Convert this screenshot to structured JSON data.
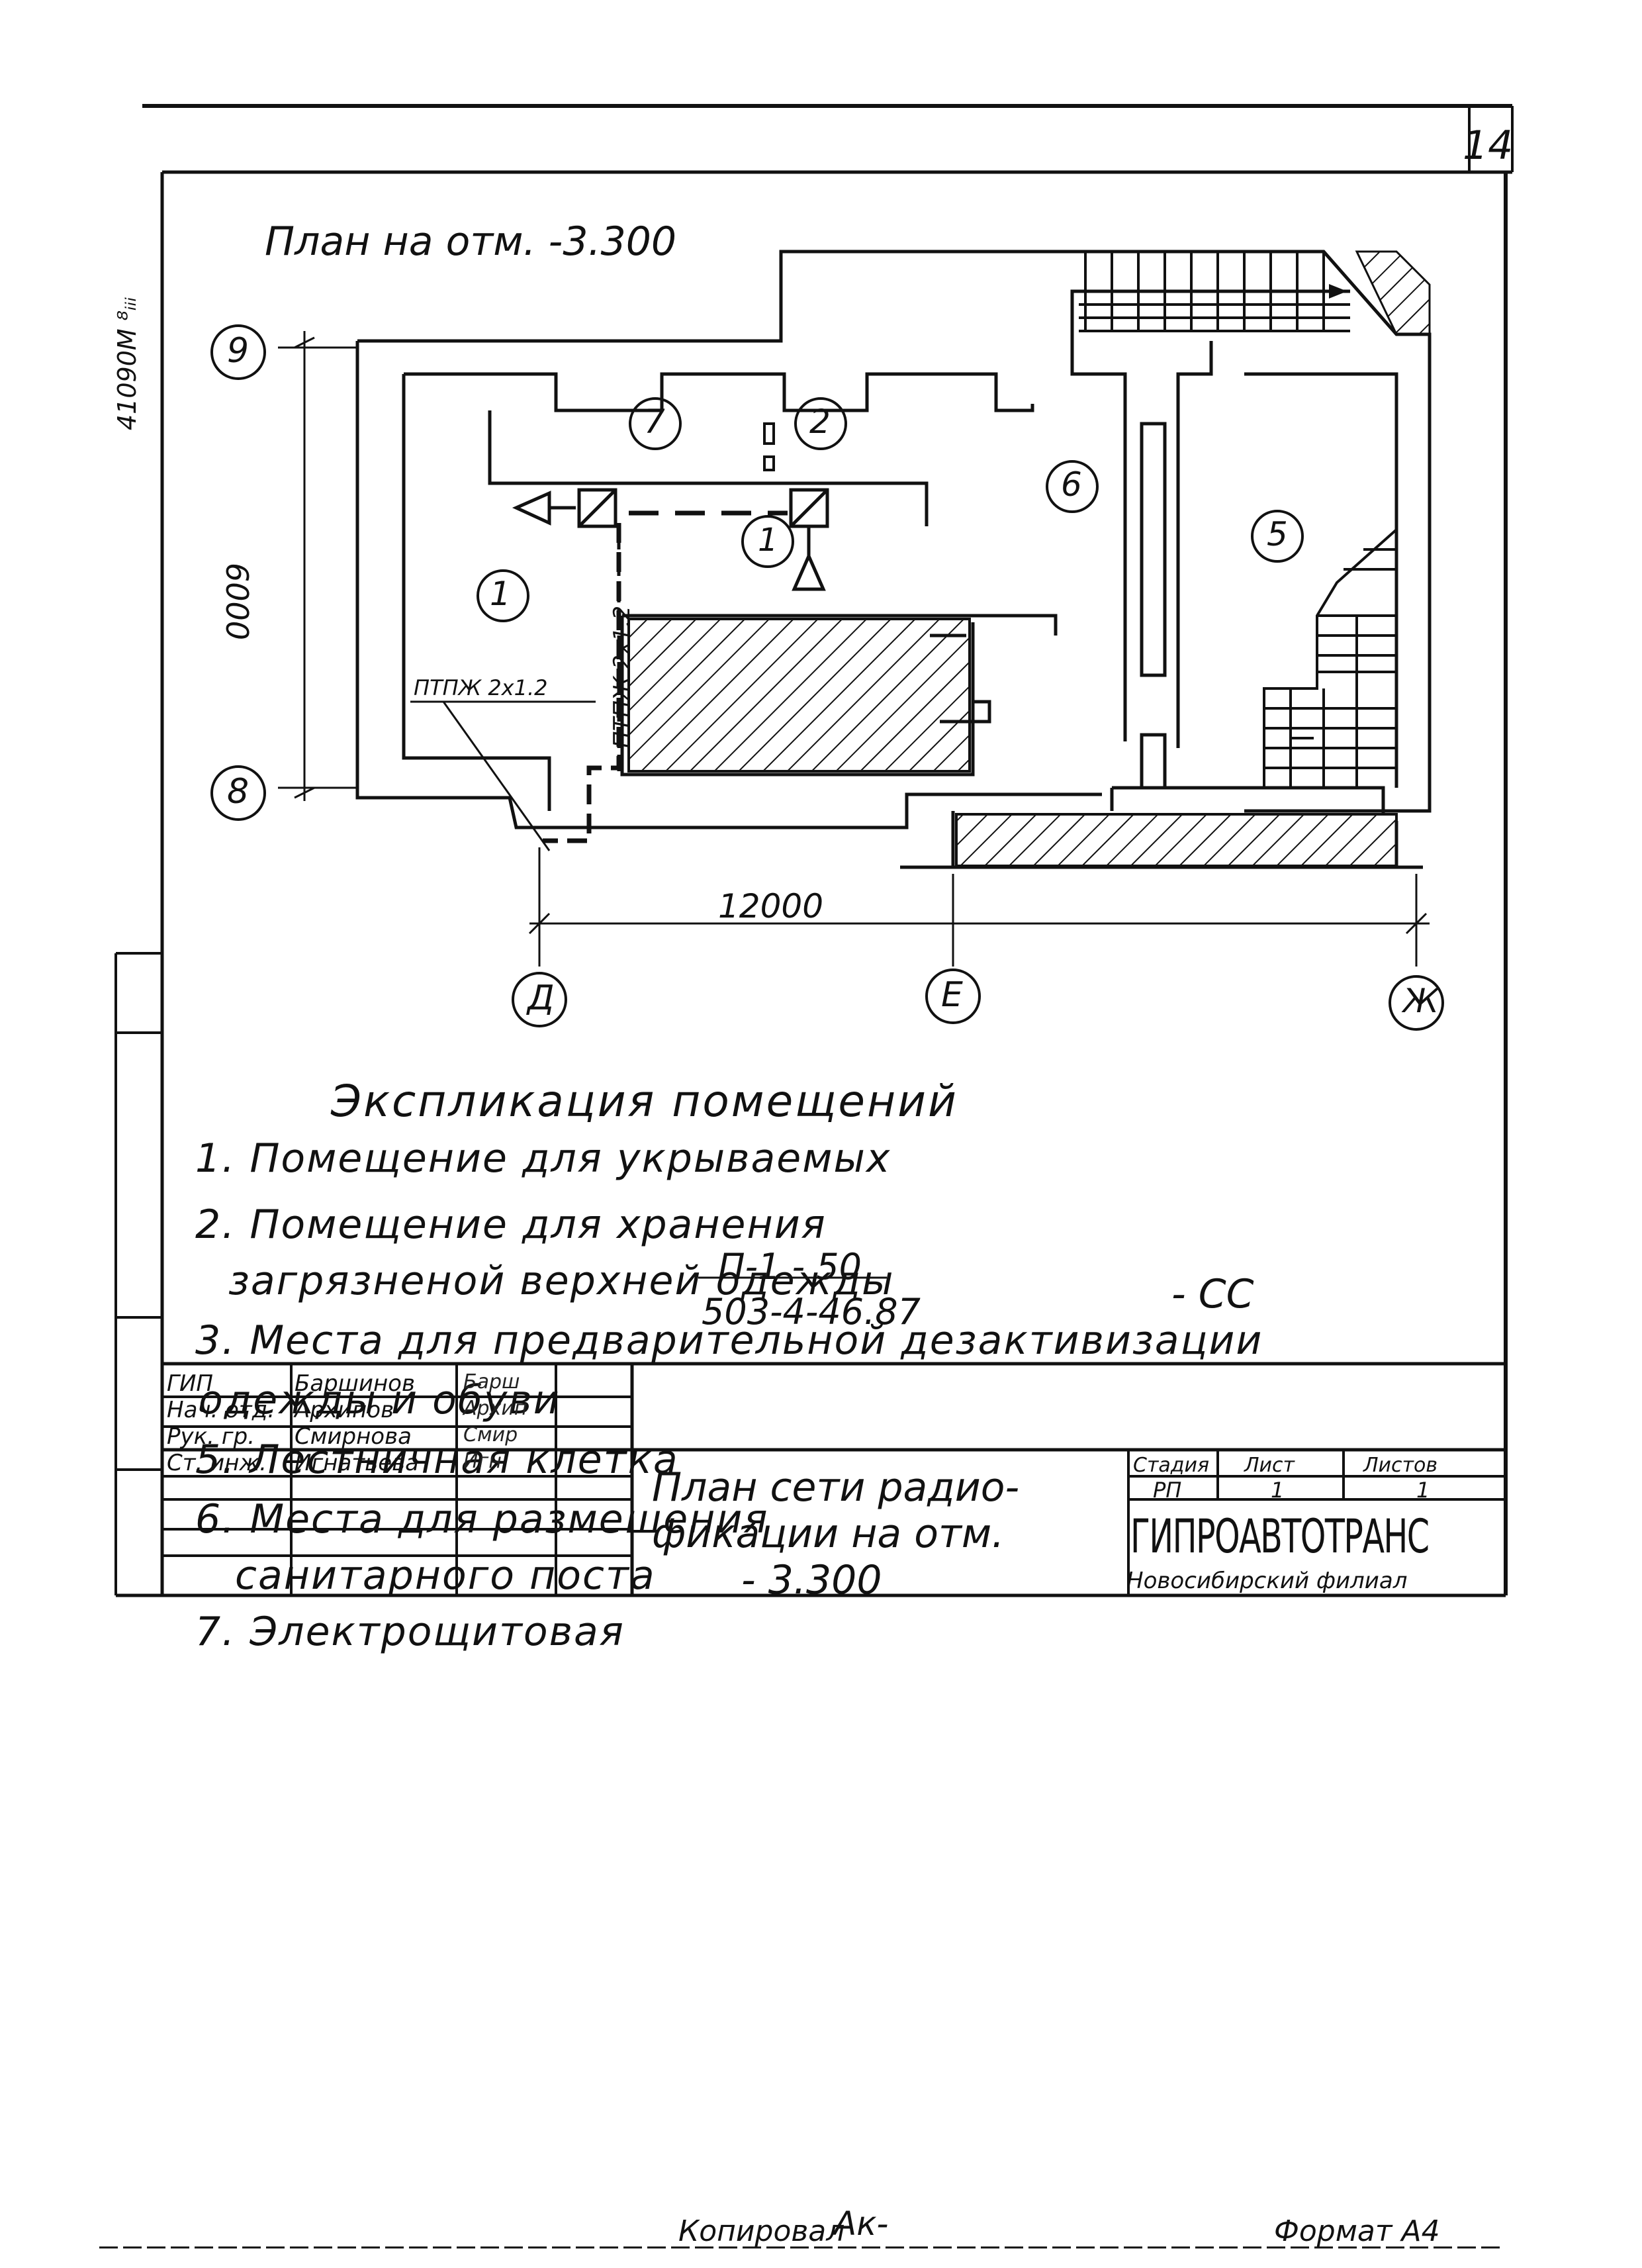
{
  "sheet_number": "14",
  "side_note": "41090М ⁸ᵢᵢᵢ",
  "plan": {
    "title": "План на отм. -3.300",
    "axes": {
      "row_9": "9",
      "row_8": "8",
      "col_d": "Д",
      "col_e": "Е",
      "col_zh": "Ж"
    },
    "dimension_vertical": "6000",
    "dimension_horizontal": "12000",
    "room_numbers": [
      "1",
      "2",
      "5",
      "6",
      "7"
    ],
    "device_number": "1",
    "cable_label_1": "ПТПЖ 2х1.2",
    "cable_label_2": "ПТПЖ 2х1.2"
  },
  "explication": {
    "title": "Экспликация помещений",
    "items": [
      "1. Помещение для укрываемых",
      "2. Помещение для хранения",
      "загрязненой верхней одежды",
      "3. Места для предварительной дезактивизации",
      "одежды и обуви",
      "5. Лестничная клетка",
      "6. Места для размещения",
      "санитарного поста",
      "7. Электрощитовая"
    ]
  },
  "title_block": {
    "roles": [
      "ГИП",
      "Нач. отд.",
      "Рук. гр.",
      "Ст. инж."
    ],
    "names": [
      "Баршинов",
      "Архипов",
      "Смирнова",
      "Игнатьева"
    ],
    "signatures": [
      "Барш",
      "Архип",
      "Смир",
      "Игн"
    ],
    "code_line1": "П-1 - 50",
    "code_line2": "503-4-46.87",
    "mark": "- СС",
    "drawing_title": [
      "План сети радио-",
      "фикации на отм.",
      "- 3.300"
    ],
    "stage_header": "Стадия",
    "sheet_header": "Лист",
    "sheets_header": "Листов",
    "stage": "РП",
    "sheet": "1",
    "sheets": "1",
    "organization": "ГИПРОАВТОТРАНС",
    "branch": "Новосибирский филиал"
  },
  "footer": {
    "copied": "Копировал",
    "copied_sign": "Ак-",
    "format": "Формат А4"
  }
}
